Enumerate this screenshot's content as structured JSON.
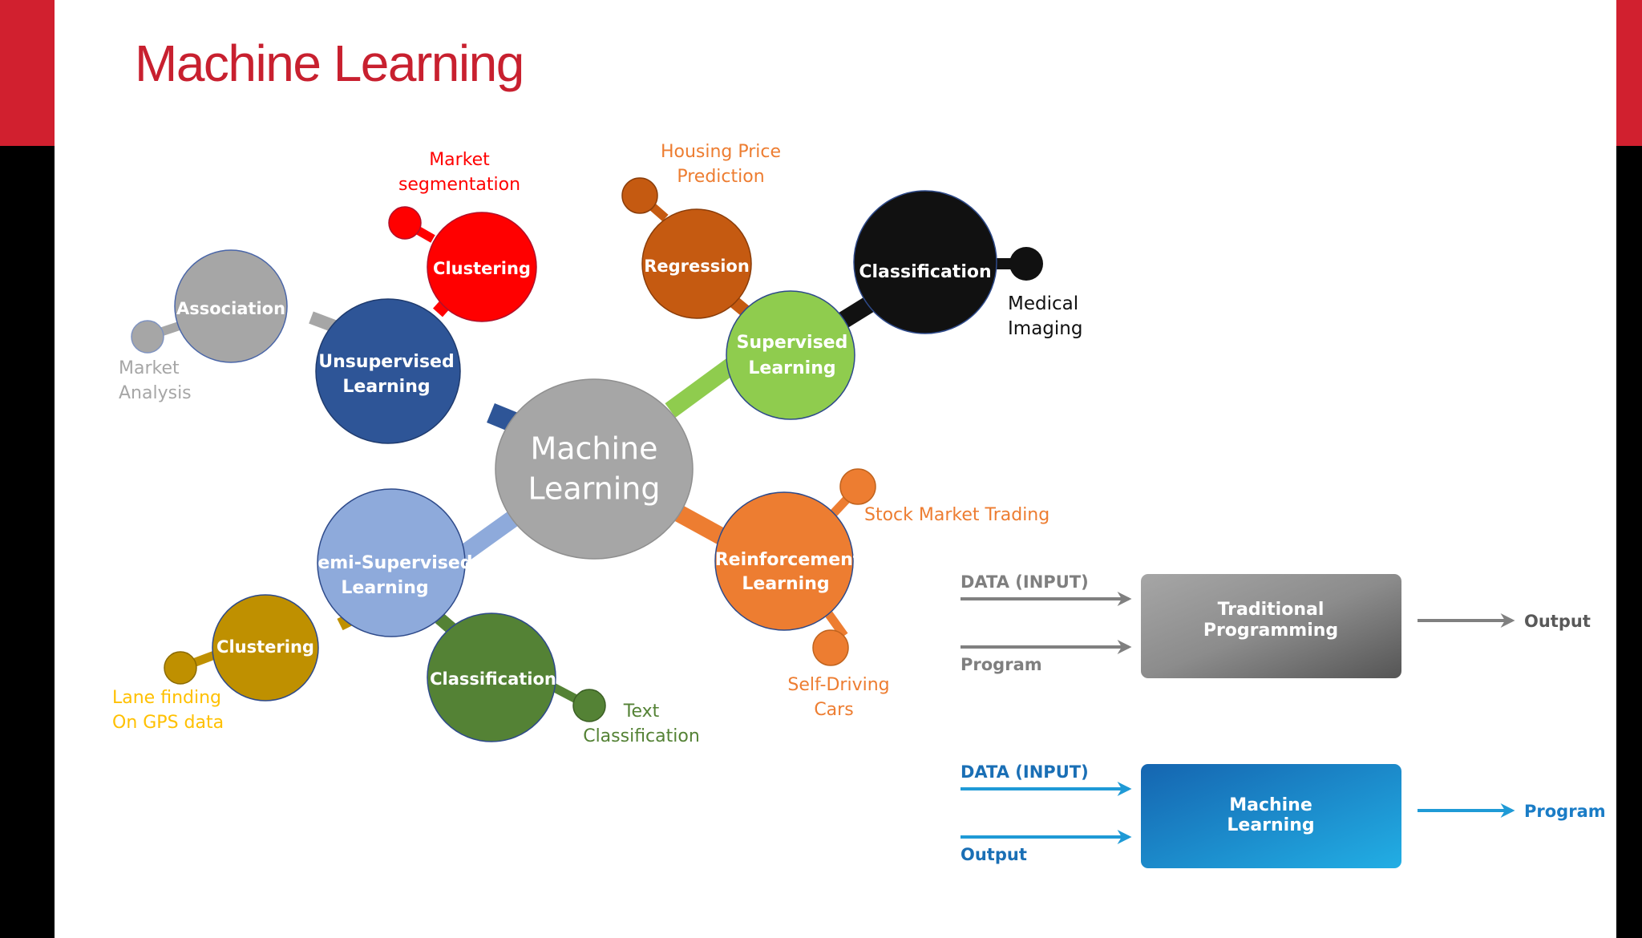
{
  "title": "Machine Learning",
  "center": {
    "line1": "Machine",
    "line2": "Learning",
    "color": "#a6a6a6"
  },
  "branches": {
    "unsupervised": {
      "line1": "Unsupervised",
      "line2": "Learning",
      "color": "#2e5597"
    },
    "supervised": {
      "line1": "Supervised",
      "line2": "Learning",
      "color": "#8fcc4e"
    },
    "semi_supervised": {
      "line1": "Semi-Supervised",
      "line2": "Learning",
      "color": "#8eaadb"
    },
    "reinforcement": {
      "line1": "Reinforcement",
      "line2": "Learning",
      "color": "#ed7d31"
    }
  },
  "leaves": {
    "association": {
      "label": "Association",
      "color": "#a6a6a6",
      "app_line1": "Market",
      "app_line2": "Analysis",
      "app_color": "#a6a6a6"
    },
    "clustering_unsup": {
      "label": "Clustering",
      "color": "#ff0000",
      "app_line1": "Market",
      "app_line2": "segmentation",
      "app_color": "#ff0000"
    },
    "regression": {
      "label": "Regression",
      "color": "#c55a11",
      "app_line1": "Housing Price",
      "app_line2": "Prediction",
      "app_color": "#ed7d31"
    },
    "classification_sup": {
      "label": "Classification",
      "color": "#111111",
      "app_line1": "Medical",
      "app_line2": "Imaging",
      "app_color": "#111111"
    },
    "clustering_semi": {
      "label": "Clustering",
      "color": "#bf9000",
      "app_line1": "Lane finding",
      "app_line2": "On GPS data",
      "app_color": "#ffc000"
    },
    "classification_semi": {
      "label": "Classification",
      "color": "#548235",
      "app_line1": "Text",
      "app_line2": "Classification",
      "app_color": "#548235"
    },
    "stock_trading": {
      "app": "Stock Market Trading",
      "app_color": "#ed7d31"
    },
    "self_driving": {
      "app_line1": "Self-Driving",
      "app_line2": "Cars",
      "app_color": "#ed7d31"
    }
  },
  "traditional": {
    "input1": "DATA (INPUT)",
    "input2": "Program",
    "box_line1": "Traditional",
    "box_line2": "Programming",
    "output": "Output",
    "color": "#808080"
  },
  "ml_flow": {
    "input1": "DATA (INPUT)",
    "input2": "Output",
    "box_line1": "Machine",
    "box_line2": "Learning",
    "output": "Program",
    "color": "#1f9ad6",
    "label_color": "#1a6fb5"
  }
}
